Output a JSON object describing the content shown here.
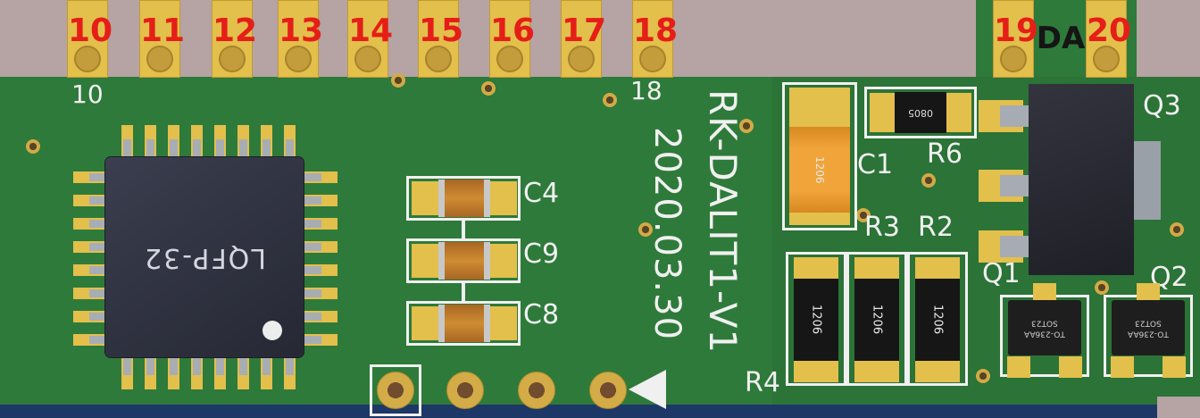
{
  "colors": {
    "background": "#b6a3a3",
    "board_green": "#2e7a3a",
    "pad_gold": "#e3bf4b",
    "silkscreen": "#f0f0f0",
    "red_label": "#e51e18",
    "bottom_strip": "#1d3766"
  },
  "edge_pads": {
    "top": [
      "10",
      "11",
      "12",
      "13",
      "14",
      "15",
      "16",
      "17",
      "18"
    ],
    "right": [
      "19",
      "20"
    ],
    "da_label": "DA"
  },
  "silkscreen": {
    "pin10_label": "10",
    "pin18_label": "18",
    "date": "2020.03.30",
    "board_name": "RK-DALIT1-V1",
    "labels": {
      "c4": "C4",
      "c9": "C9",
      "c8": "C8",
      "c1": "C1",
      "r6": "R6",
      "r3": "R3",
      "r2": "R2",
      "r4": "R4",
      "q1": "Q1",
      "q2": "Q2",
      "q3": "Q3"
    }
  },
  "components": {
    "ic_package": "LQFP-32",
    "c1_size": "1206",
    "r6_size": "0805",
    "resistor_sizes": [
      "1206",
      "1206",
      "1206"
    ],
    "sot_package_line1": "SOT23",
    "sot_package_line2": "TO-236AA"
  }
}
